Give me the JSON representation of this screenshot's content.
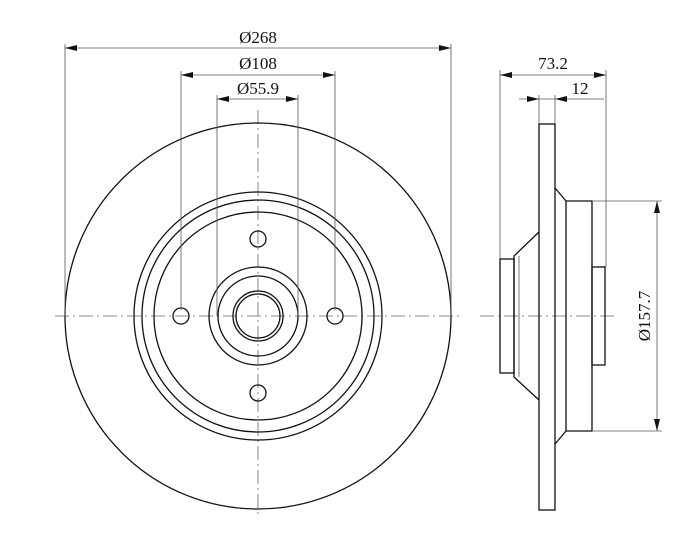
{
  "dimensions": {
    "disc_diameter": "Ø268",
    "bolt_circle_diameter": "Ø108",
    "center_bore_diameter": "Ø55.9",
    "total_height": "73.2",
    "disc_thickness": "12",
    "hub_diameter": "Ø157.7"
  },
  "colors": {
    "line": "#111111",
    "center_line": "#666666",
    "background": "#ffffff"
  }
}
